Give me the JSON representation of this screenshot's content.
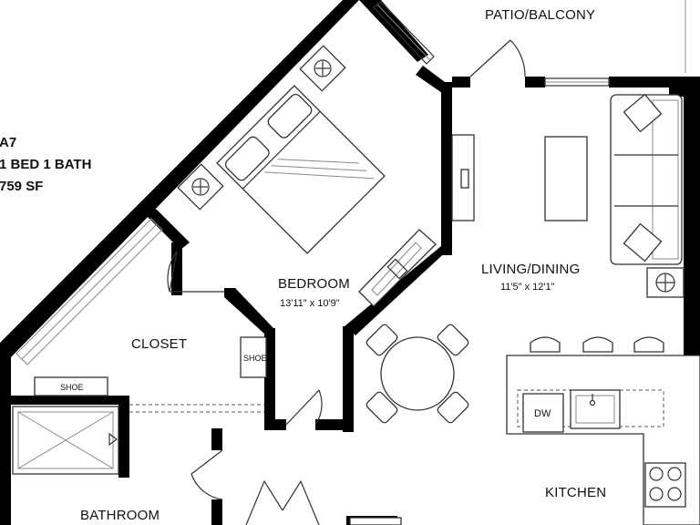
{
  "unit": {
    "code": "A7",
    "type": "1 BED 1 BATH",
    "area": "759 SF"
  },
  "rooms": {
    "patio": {
      "name": "PATIO/BALCONY"
    },
    "bedroom": {
      "name": "BEDROOM",
      "dims": "13'11\" x 10'9\""
    },
    "living": {
      "name": "LIVING/DINING",
      "dims": "11'5\" x 12'1\""
    },
    "closet": {
      "name": "CLOSET"
    },
    "bathroom": {
      "name": "BATHROOM"
    },
    "kitchen": {
      "name": "KITCHEN"
    }
  },
  "fixtures": {
    "shoe_1": "SHOE",
    "shoe_2": "SHOE",
    "dishwasher": "DW"
  }
}
